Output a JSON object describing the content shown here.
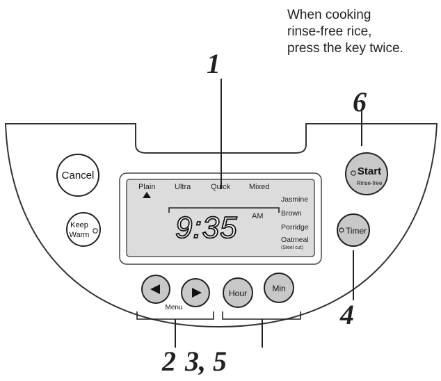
{
  "note": {
    "line1": "When cooking",
    "line2": "rinse-free rice,",
    "line3": "press the key twice."
  },
  "steps": {
    "display": "1",
    "start": "6",
    "timer": "4",
    "menu": "2",
    "hourmin": "3, 5"
  },
  "buttons": {
    "cancel": "Cancel",
    "keep_warm_1": "Keep",
    "keep_warm_2": "Warm",
    "start": "Start",
    "rinse_free": "Rinse-free",
    "timer": "Timer",
    "hour": "Hour",
    "min": "Min",
    "menu_label": "Menu"
  },
  "display": {
    "time": "9:35",
    "ampm": "AM",
    "top_menu": [
      "Plain",
      "Ultra",
      "Quick",
      "Mixed"
    ],
    "side_menu": [
      "Jasmine",
      "Brown",
      "Porridge",
      "Oatmeal"
    ],
    "side_note": "(Steel cut)"
  },
  "icons": {
    "left": "triangle-left-icon",
    "right": "triangle-right-icon",
    "indicator": "triangle-up-icon"
  }
}
